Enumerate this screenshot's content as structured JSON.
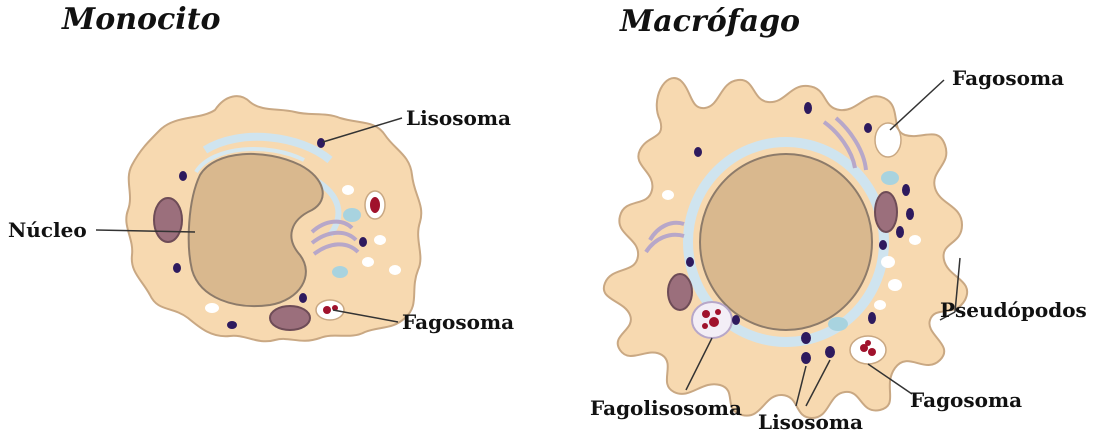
{
  "titles": {
    "left": "Monocito",
    "right": "Macrófago"
  },
  "labels": {
    "monocyte_lysosome": "Lisosoma",
    "monocyte_nucleus": "Núcleo",
    "monocyte_phagosome": "Fagosoma",
    "macrophage_phagosome_top": "Fagosoma",
    "macrophage_pseudopods": "Pseudópodos",
    "macrophage_phagolysosome": "Fagolisosoma",
    "macrophage_lysosome": "Lisosoma",
    "macrophage_phagosome_bottom": "Fagosoma"
  },
  "colors": {
    "cytoplasm": "#f7d9b0",
    "cytoplasm_edge": "#c9a883",
    "nucleus": "#d9b88e",
    "nucleus_edge": "#8d7b6a",
    "nuclear_envelope": "#d6e8f0",
    "lysosome": "#2e1a5e",
    "mitochondria": "#9b6f7c",
    "phagosome_fill": "#ffffff",
    "phagosome_content": "#a0122c",
    "er": "#cfe4ef",
    "golgi": "#b7a7c9",
    "vesicle": "#a8d3df",
    "leader_line": "#333333"
  }
}
